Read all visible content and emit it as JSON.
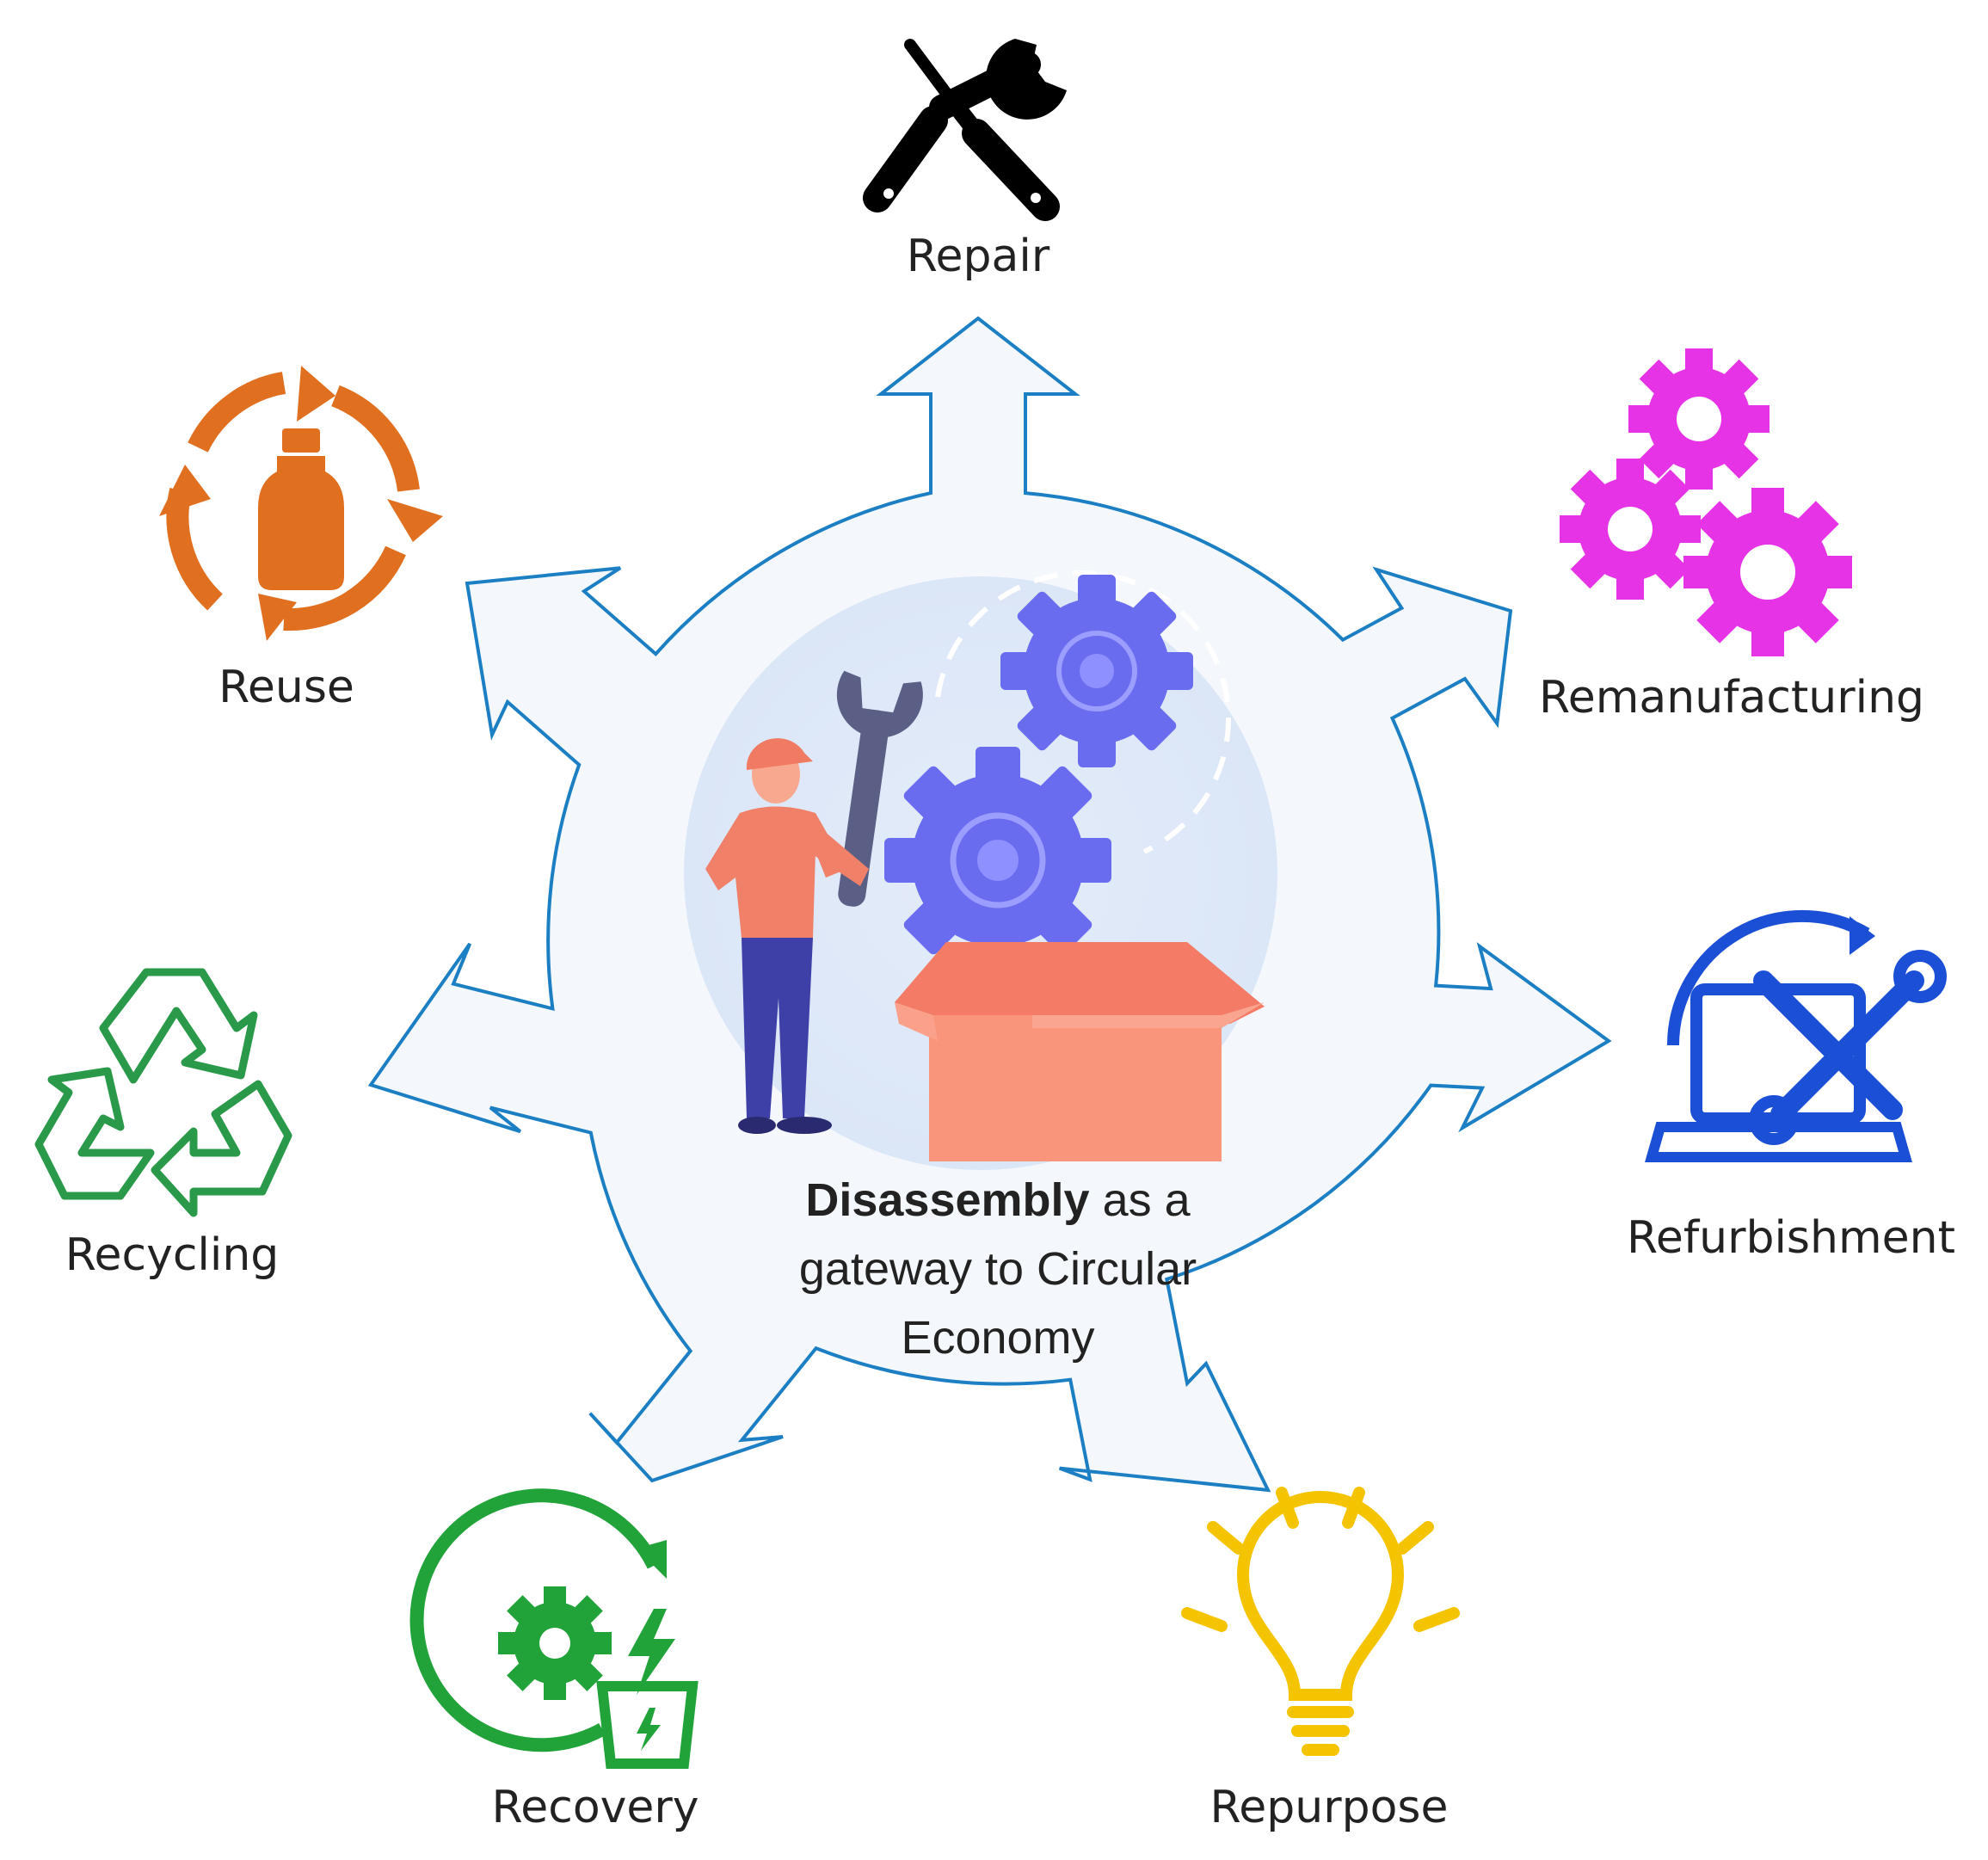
{
  "center": {
    "bold": "Disassembly",
    "rest_line1": " as a",
    "line2": "gateway to Circular",
    "line3": "Economy"
  },
  "outcomes": [
    {
      "key": "repair",
      "label": "Repair",
      "icon": "tools-icon",
      "color": "#000000"
    },
    {
      "key": "remanufacturing",
      "label": "Remanufacturing",
      "icon": "gears-icon",
      "color": "#e633e6"
    },
    {
      "key": "refurbishment",
      "label": "Refurbishment",
      "icon": "laptop-tools-icon",
      "color": "#1a4fd6"
    },
    {
      "key": "repurpose",
      "label": "Repurpose",
      "icon": "lightbulb-icon",
      "color": "#f5c400"
    },
    {
      "key": "recovery",
      "label": "Recovery",
      "icon": "energy-recovery-icon",
      "color": "#22a33a"
    },
    {
      "key": "recycling",
      "label": "Recycling",
      "icon": "recycle-icon",
      "color": "#2a9a4a"
    },
    {
      "key": "reuse",
      "label": "Reuse",
      "icon": "bottle-cycle-icon",
      "color": "#e07020"
    }
  ],
  "colors": {
    "outline": "#1c7fc4",
    "fill": "#f4f8fc",
    "gear": "#6a6cf0",
    "worker": "#f08068",
    "box": "#f8957a",
    "trousers": "#3f3fa8"
  }
}
